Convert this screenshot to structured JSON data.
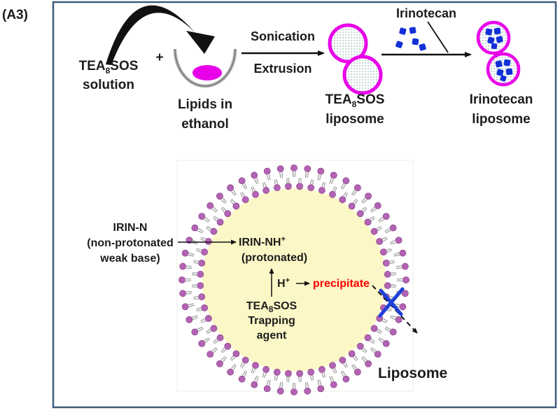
{
  "panel_label": "(A3)",
  "top": {
    "tea_solution": {
      "prefix": "TEA",
      "sub": "8",
      "suffix": "SOS",
      "line2": "solution"
    },
    "plus": "+",
    "lipids": {
      "line1": "Lipids in",
      "line2": "ethanol"
    },
    "step1": {
      "above": "Sonication",
      "below": "Extrusion"
    },
    "tea_liposome": {
      "prefix": "TEA",
      "sub": "8",
      "suffix": "SOS",
      "line2": "liposome"
    },
    "drug_label": "Irinotecan",
    "irinotecan_liposome": {
      "line1": "Irinotecan",
      "line2": "liposome"
    }
  },
  "bottom": {
    "irin_n": {
      "line1": "IRIN-N",
      "line2": "(non-protonated",
      "line3": "weak base)"
    },
    "irin_nh": {
      "base": "IRIN-NH",
      "sup": "+",
      "line2": "(protonated)"
    },
    "proton": {
      "base": "H",
      "sup": "+"
    },
    "precipitate": "precipitate",
    "trapping": {
      "prefix": "TEA",
      "sub": "8",
      "suffix": "SOS",
      "line2": "Trapping",
      "line3": "agent"
    },
    "liposome_label": "Liposome"
  },
  "colors": {
    "magenta": "#e800e8",
    "lipid": "#b462b4",
    "core": "#fcf7c6",
    "drug": "#1230d8",
    "red": "#ff0000",
    "frame": "#3e5c7a",
    "xmark": "#1f3fd8"
  }
}
